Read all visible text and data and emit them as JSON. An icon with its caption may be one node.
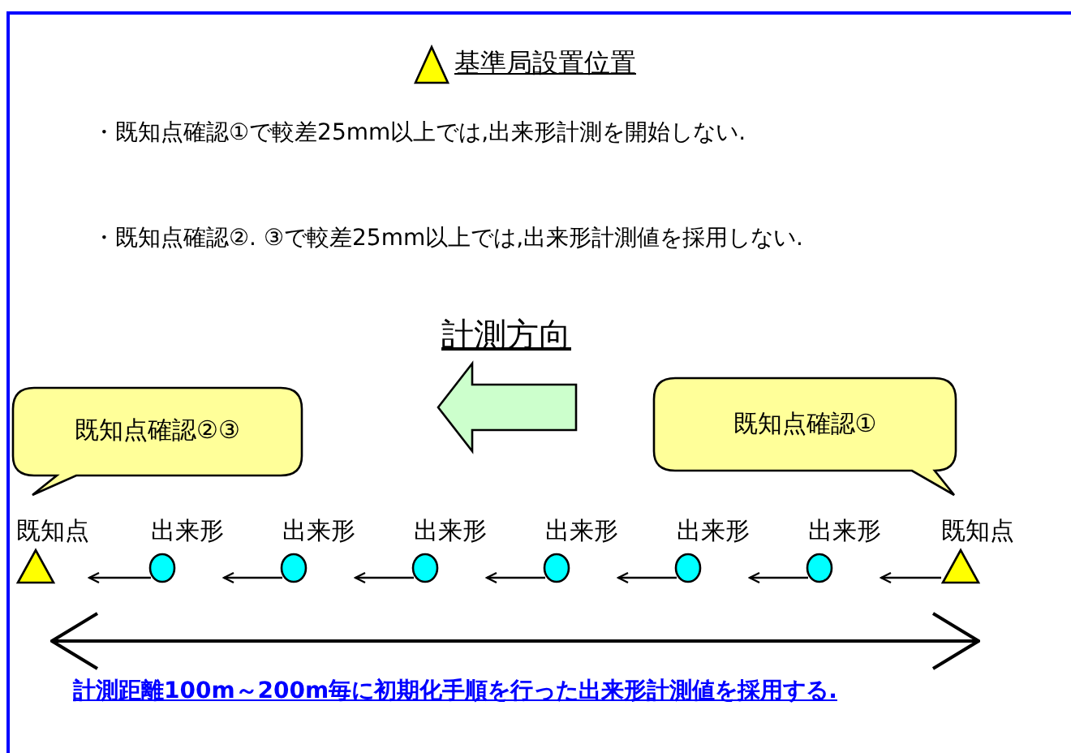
{
  "diagram": {
    "title": "基準局設置位置",
    "nodes": [
      {
        "text": [
          "既知点確認②③"
        ]
      },
      {
        "text": [
          "既知点確認①"
        ]
      },
      {
        "text": [
          "既知点"
        ]
      },
      {
        "text": [
          "出来形"
        ]
      },
      {
        "text": [
          "出来形"
        ]
      },
      {
        "text": [
          "出来形"
        ]
      },
      {
        "text": [
          "出来形"
        ]
      },
      {
        "text": [
          "出来形"
        ]
      },
      {
        "text": [
          "出来形"
        ]
      },
      {
        "text": [
          "既知点"
        ]
      }
    ],
    "edges": [
      {
        "from": 3,
        "to": 2,
        "arrow": "to"
      },
      {
        "from": 4,
        "to": 3,
        "arrow": "to"
      },
      {
        "from": 5,
        "to": 4,
        "arrow": "to"
      },
      {
        "from": 6,
        "to": 5,
        "arrow": "to"
      },
      {
        "from": 7,
        "to": 6,
        "arrow": "to"
      },
      {
        "from": 8,
        "to": 7,
        "arrow": "to"
      },
      {
        "from": 9,
        "to": 8,
        "arrow": "to"
      }
    ],
    "labels": [
      "・既知点確認①で較差25mm以上では,出来形計測を開始しない.",
      "・既知点確認②. ③で較差25mm以上では,出来形計測値を採用しない.",
      "計測方向",
      "計測距離100m～200m毎に初期化手順を行った出来形計測値を採用する."
    ]
  }
}
